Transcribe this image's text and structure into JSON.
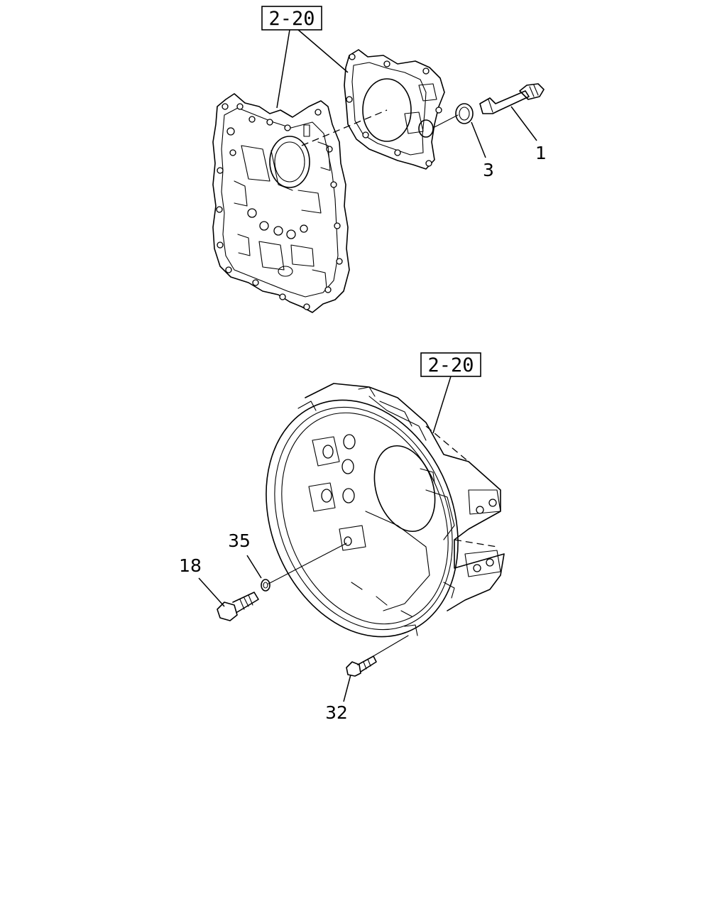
{
  "diagram": {
    "references": [
      {
        "id": "ref-top",
        "text": "2-20"
      },
      {
        "id": "ref-bottom",
        "text": "2-20"
      }
    ],
    "callouts": [
      {
        "id": "callout-1",
        "text": "1"
      },
      {
        "id": "callout-3",
        "text": "3"
      },
      {
        "id": "callout-35",
        "text": "35"
      },
      {
        "id": "callout-18",
        "text": "18"
      },
      {
        "id": "callout-32",
        "text": "32"
      }
    ]
  }
}
